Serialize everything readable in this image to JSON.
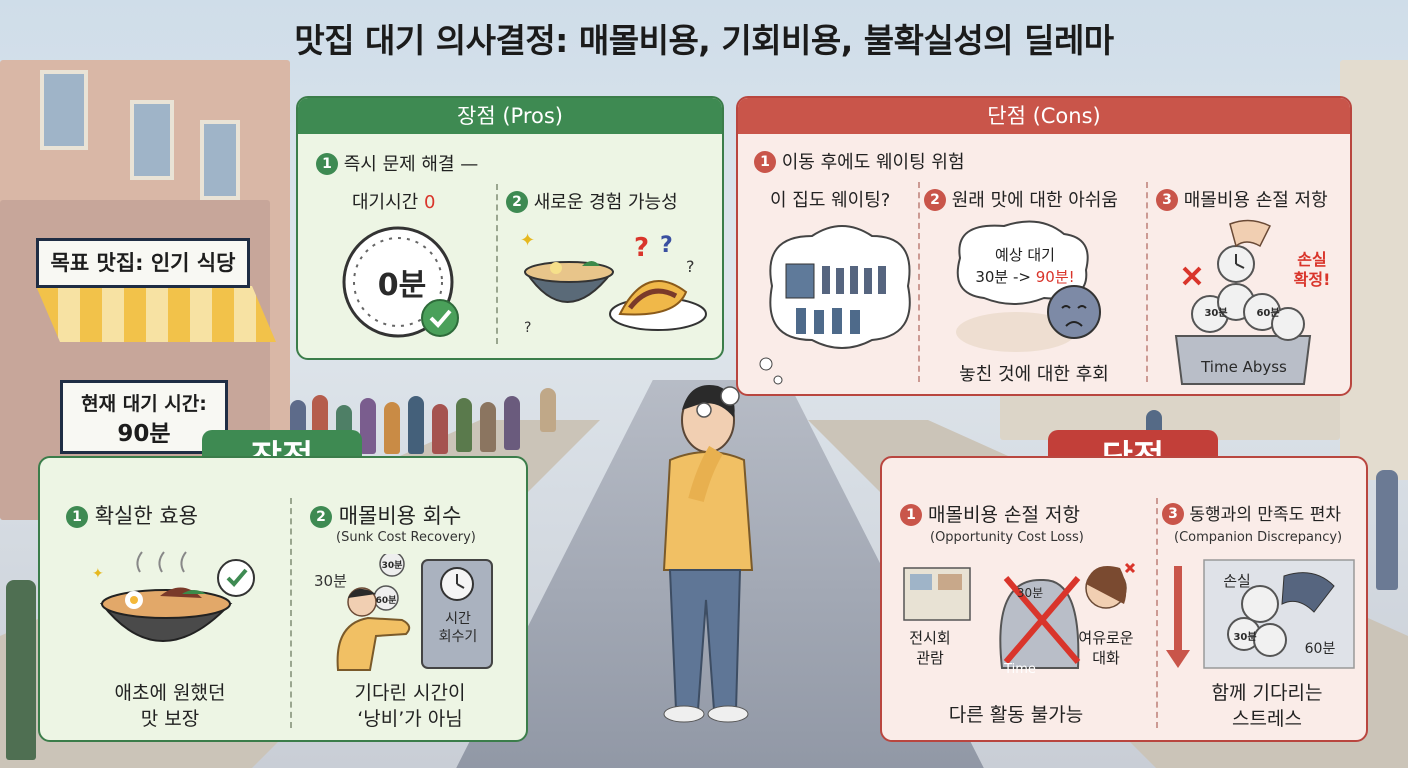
{
  "title": "맛집 대기 의사결정: 매몰비용, 기회비용, 불확실성의 딜레마",
  "street": {
    "target_sign": "목표 맛집: 인기 식당",
    "wait_sign_line1": "현재 대기 시간:",
    "wait_sign_line2": "90분"
  },
  "pros_top": {
    "header": "장점 (Pros)",
    "item1": {
      "num": "1",
      "title": "즉시 문제 해결 —",
      "label": "대기시간",
      "value": "0",
      "clock_text": "0분"
    },
    "item2": {
      "num": "2",
      "title": "새로운 경험 가능성"
    }
  },
  "cons_top": {
    "header": "단점 (Cons)",
    "item1": {
      "num": "1",
      "title": "이동 후에도 웨이팅 위험",
      "thought": "이 집도 웨이팅?"
    },
    "item2": {
      "num": "2",
      "title": "원래 맛에 대한 아쉬움",
      "bubble_line1": "예상 대기",
      "bubble_from": "30분 ->",
      "bubble_to": "90분!",
      "caption": "놓친 것에 대한 후회"
    },
    "item3": {
      "num": "3",
      "title": "매몰비용 손절 저항",
      "loss_line1": "손실",
      "loss_line2": "확정!",
      "coin_a": "30분",
      "coin_b": "60분",
      "pot_label": "Time Abyss"
    }
  },
  "pros_bottom": {
    "tab": "장점",
    "item1": {
      "num": "1",
      "title": "확실한 효용",
      "caption_line1": "애초에 원했던",
      "caption_line2": "맛 보장"
    },
    "item2": {
      "num": "2",
      "title": "매몰비용 회수",
      "subtitle": "(Sunk Cost Recovery)",
      "label_30": "30분",
      "coin_30": "30분",
      "coin_60": "60분",
      "machine_line1": "시간",
      "machine_line2": "회수기",
      "caption_line1": "기다린 시간이",
      "caption_line2": "‘낭비’가 아님"
    }
  },
  "cons_bottom": {
    "tab": "단점",
    "item1": {
      "num": "1",
      "title": "매몰비용 손절 저항",
      "subtitle": "(Opportunity Cost Loss)",
      "left_label1": "전시회",
      "left_label2": "관람",
      "right_label1": "여유로운",
      "right_label2": "대화",
      "bag_text": "30분",
      "center_text": "Time",
      "caption": "다른 활동 불가능"
    },
    "item3": {
      "num": "3",
      "title": "동행과의 만족도 편차",
      "subtitle": "(Companion Discrepancy)",
      "loss": "손실",
      "coin_a": "30분",
      "coin_b": "60분",
      "caption_line1": "함께 기다리는",
      "caption_line2": "스트레스"
    }
  },
  "colors": {
    "green": "#3e8a52",
    "red": "#c9554a",
    "accent_red": "#d9352b"
  }
}
